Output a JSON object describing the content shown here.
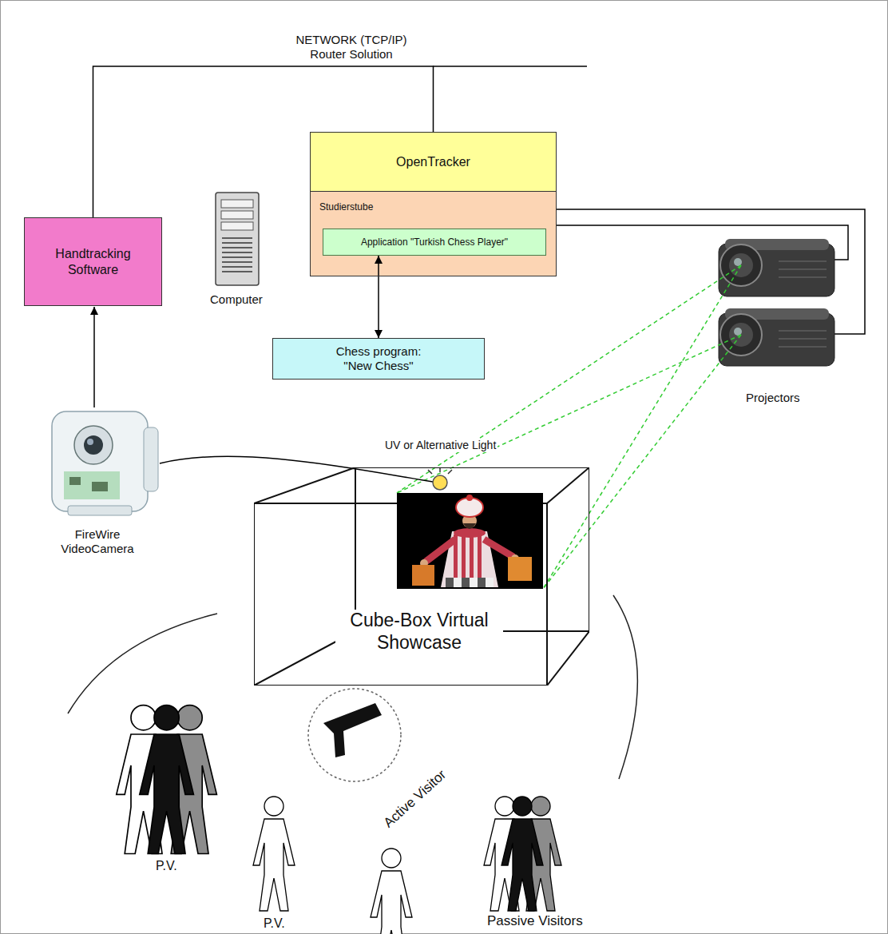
{
  "diagram": {
    "nodes": [
      {
        "text": [
          "OpenTracker"
        ]
      },
      {
        "text": [
          "Studierstube"
        ]
      },
      {
        "text": [
          "Application \"Turkish Chess Player\""
        ],
        "in": 1
      },
      {
        "text": [
          "Handtracking Software"
        ]
      },
      {
        "text": [
          "Chess program: \"New Chess\""
        ]
      },
      {
        "text": [
          "Cube-Box Virtual Showcase"
        ]
      }
    ],
    "edges": [
      {
        "from": 3,
        "to": 0,
        "arrow": "none",
        "label": "NETWORK (TCP/IP) Router Solution"
      },
      {
        "from": 2,
        "to": 4,
        "arrow": "both"
      }
    ],
    "labels": [
      "Computer",
      "Projectors",
      "UV or Alternative Light",
      "FireWire VideoCamera",
      "Active Visitor",
      "P.V.",
      "P.V.",
      "Passive Visitors"
    ]
  }
}
